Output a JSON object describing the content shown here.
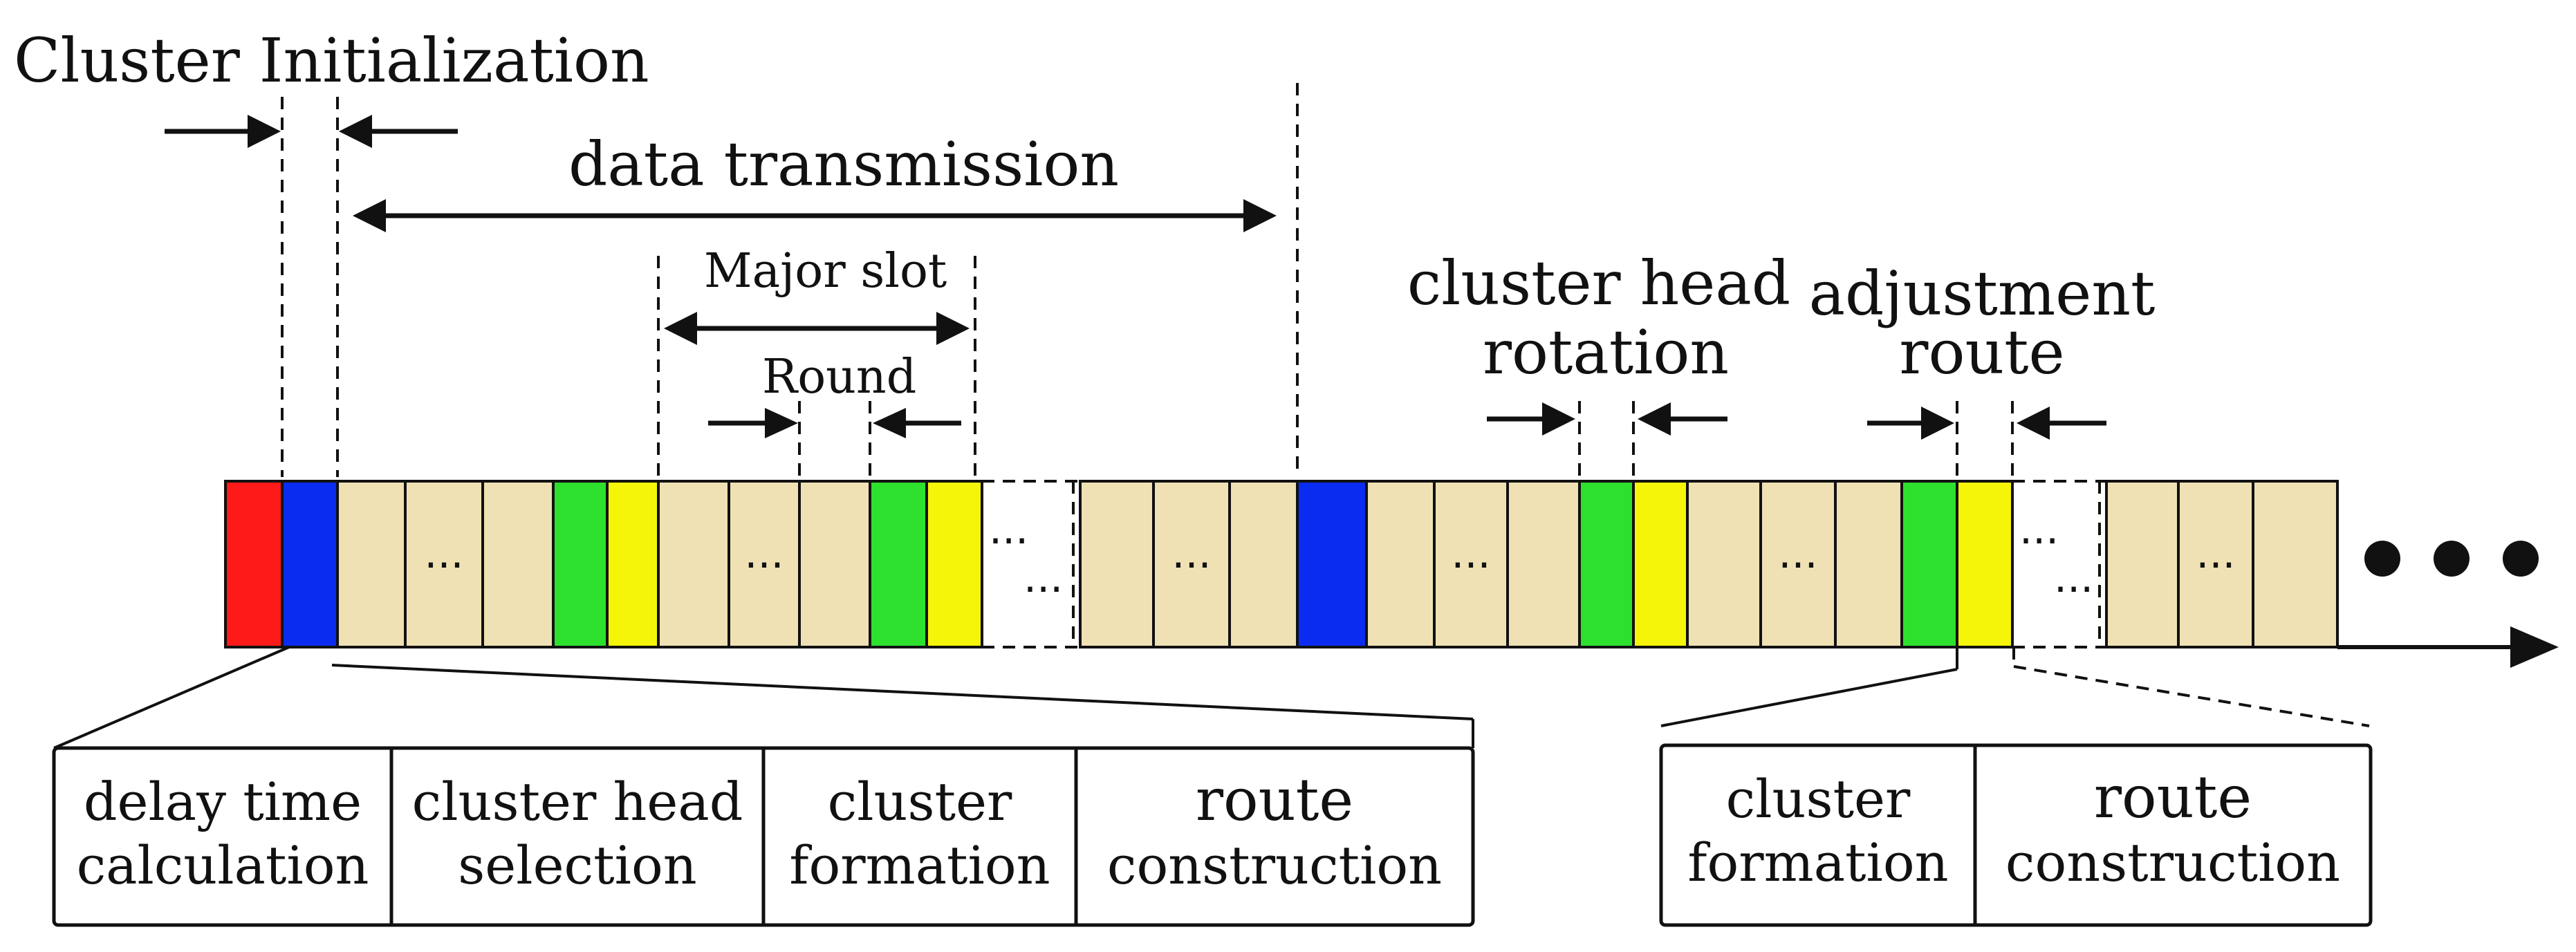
{
  "labels": {
    "cluster_initialization": "Cluster Initialization",
    "data_transmission": "data transmission",
    "major_slot": "Major slot",
    "round": "Round",
    "cluster_head_rotation_line1": "cluster head",
    "cluster_head_rotation_line2": "rotation",
    "adjustment_route_line1": "adjustment",
    "adjustment_route_line2": "route",
    "ellipsis": "...",
    "continuation": "●●●"
  },
  "detail_left": {
    "cells": [
      {
        "line1": "delay time",
        "line2": "calculation"
      },
      {
        "line1": "cluster head",
        "line2": "selection"
      },
      {
        "line1": "cluster",
        "line2": "formation"
      },
      {
        "line1": "route",
        "line2": "construction"
      }
    ]
  },
  "detail_right": {
    "cells": [
      {
        "line1": "cluster",
        "line2": "formation"
      },
      {
        "line1": "route",
        "line2": "construction"
      }
    ]
  },
  "colors": {
    "red": "#ff1a1a",
    "blue": "#0a2cf0",
    "tan": "#efe1b4",
    "green": "#2ee02e",
    "yellow": "#f5f50a",
    "line": "#111111"
  },
  "timeline_slots": [
    {
      "kind": "red"
    },
    {
      "kind": "blue"
    },
    {
      "kind": "tan"
    },
    {
      "kind": "tan",
      "dots": true
    },
    {
      "kind": "tan"
    },
    {
      "kind": "green"
    },
    {
      "kind": "yellow"
    },
    {
      "kind": "tan"
    },
    {
      "kind": "tan",
      "dots": true
    },
    {
      "kind": "tan"
    },
    {
      "kind": "green"
    },
    {
      "kind": "yellow"
    },
    {
      "kind": "gap"
    },
    {
      "kind": "tan"
    },
    {
      "kind": "tan",
      "dots": true
    },
    {
      "kind": "tan"
    },
    {
      "kind": "blue"
    },
    {
      "kind": "tan"
    },
    {
      "kind": "tan",
      "dots": true
    },
    {
      "kind": "tan"
    },
    {
      "kind": "green"
    },
    {
      "kind": "yellow"
    },
    {
      "kind": "tan"
    },
    {
      "kind": "tan",
      "dots": true
    },
    {
      "kind": "tan"
    },
    {
      "kind": "green"
    },
    {
      "kind": "yellow"
    },
    {
      "kind": "gap"
    },
    {
      "kind": "tan"
    },
    {
      "kind": "tan",
      "dots": true
    },
    {
      "kind": "tan"
    }
  ]
}
